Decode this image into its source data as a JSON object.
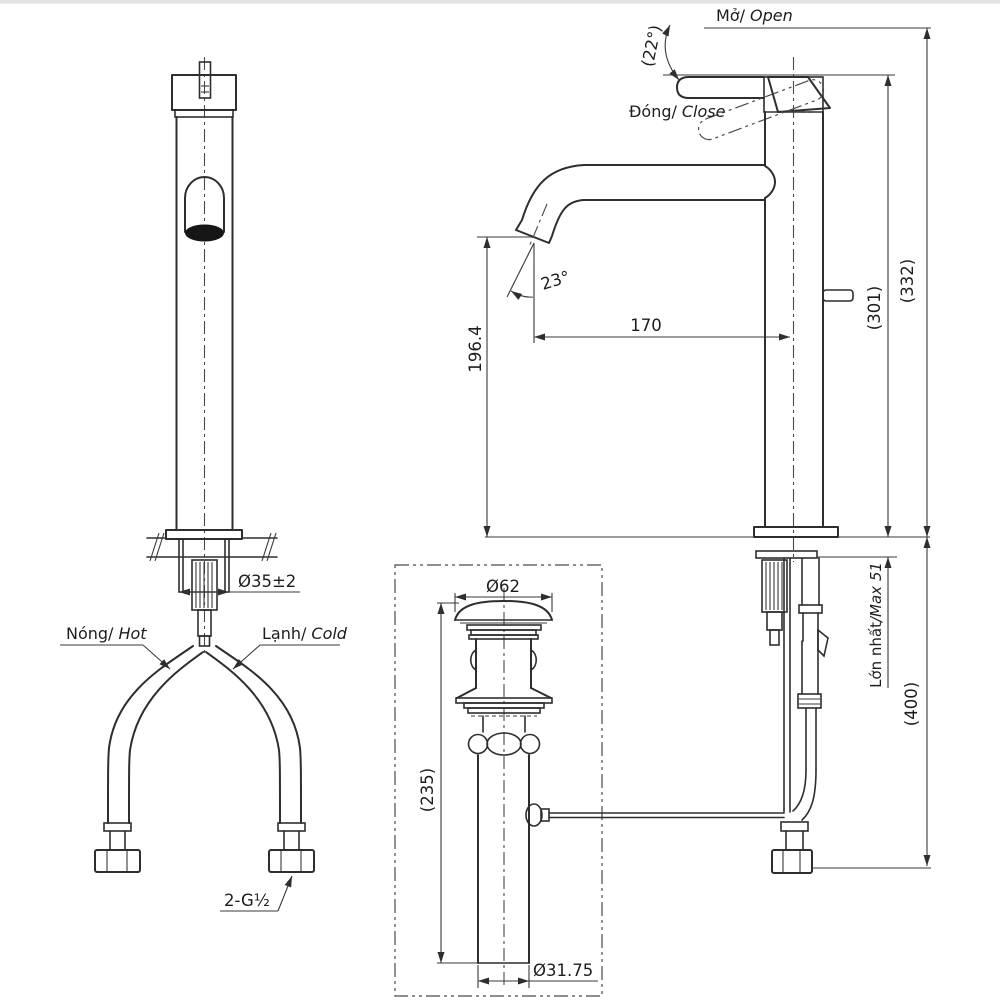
{
  "annotations": {
    "open": {
      "vi": "Mở/",
      "en": "Open"
    },
    "close": {
      "vi": "Đóng/",
      "en": "Close"
    },
    "hot": {
      "vi": "Nóng/",
      "en": "Hot"
    },
    "cold": {
      "vi": "Lạnh/",
      "en": "Cold"
    },
    "max_counter_thickness": {
      "vi": "Lớn nhất",
      "en": "/Max 51"
    }
  },
  "dimensions": {
    "overall_height_open": "(332)",
    "overall_height_closed": "(301)",
    "handle_angle": "(22°)",
    "spout_angle": "23°",
    "spout_reach": "170",
    "spout_height": "196.4",
    "mounting_hole_diameter": "Ø35±2",
    "supply_thread": "2-G½",
    "below_counter_length": "(400)",
    "drain_cap_diameter": "Ø62",
    "drain_length": "(235)",
    "tailpipe_diameter": "Ø31.75"
  },
  "colors": {
    "line": "#2e2e2e",
    "text": "#1d1d1d",
    "background": "#ffffff",
    "aerator_fill": "#161616"
  }
}
